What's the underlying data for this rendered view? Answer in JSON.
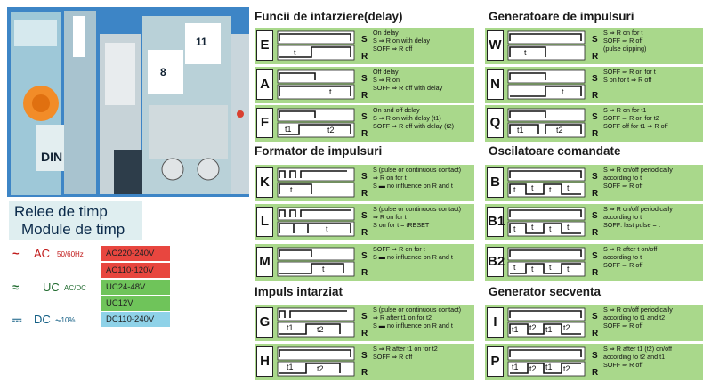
{
  "photo": {
    "labels": {
      "din": "DIN",
      "dial1": "11",
      "dial2": "8"
    }
  },
  "title": {
    "line1": "Relee de timp",
    "line2": "Module de timp"
  },
  "supplies": {
    "ac": {
      "symbol": "~",
      "label": "AC",
      "sub": "50/60Hz"
    },
    "uc": {
      "symbol": "≈",
      "label": "UC",
      "sub": "AC/DC"
    },
    "dc": {
      "symbol": "⎓",
      "label": "DC",
      "sub": "⏦10%"
    },
    "ac_ranges": [
      "AC220-240V",
      "AC110-120V"
    ],
    "uc_ranges": [
      "UC24-48V",
      "UC12V"
    ],
    "dc_ranges": [
      "DC110-240V"
    ],
    "colors": {
      "ac": "#e8463f",
      "uc": "#6fc45a",
      "dc": "#8fd2e8"
    }
  },
  "sections": {
    "delay": "Funcii de intarziere(delay)",
    "pulse_former": "Formator de impulsuri",
    "delayed_pulse": "Impuls intarziat",
    "pulse_gen": "Generatoare de impulsuri",
    "osc": "Oscilatoare comandate",
    "sequence": "Generator secventa"
  },
  "functions": [
    {
      "id": "E",
      "labels": [
        "t"
      ],
      "desc": "On delay\nS ⇒ R on with delay\nSOFF ⇒ R off"
    },
    {
      "id": "A",
      "labels": [
        "t"
      ],
      "desc": "Off delay\nS ⇒ R on\nSOFF ⇒ R off with delay"
    },
    {
      "id": "F",
      "labels": [
        "t1",
        "t2"
      ],
      "desc": "On and off delay\nS ⇒ R on with delay (t1)\nSOFF ⇒ R off with delay (t2)"
    },
    {
      "id": "K",
      "labels": [
        "t"
      ],
      "desc": "S (pulse or continuous contact)\n⇒ R on for t\nS ▬ no influence on R and t"
    },
    {
      "id": "L",
      "labels": [
        "t"
      ],
      "desc": "S (pulse or continuous contact)\n⇒ R on for t\nS on for t = tRESET"
    },
    {
      "id": "M",
      "labels": [
        "t"
      ],
      "desc": "SOFF ⇒ R on for t\nS ▬ no influence on R and t"
    },
    {
      "id": "G",
      "labels": [
        "t1",
        "t2"
      ],
      "desc": "S (pulse or continuous contact)\n⇒ R after t1 on for t2\nS ▬ no influence on R and t"
    },
    {
      "id": "H",
      "labels": [
        "t1",
        "t2"
      ],
      "desc": "S ⇒ R after t1 on for t2\nSOFF ⇒ R off"
    },
    {
      "id": "W",
      "labels": [
        "t"
      ],
      "desc": "S ⇒ R on for t\nSOFF ⇒ R off\n(pulse clipping)"
    },
    {
      "id": "N",
      "labels": [
        "t"
      ],
      "desc": "SOFF ⇒ R on for t\nS on for t ⇒ R off"
    },
    {
      "id": "Q",
      "labels": [
        "t1",
        "t2"
      ],
      "desc": "S ⇒ R on for t1\nSOFF ⇒ R on for t2\nSOFF off for t1 ⇒ R off"
    },
    {
      "id": "B",
      "labels": [
        "t",
        "t",
        "t",
        "t"
      ],
      "desc": "S ⇒ R on/off periodically\naccording to t\nSOFF ⇒ R off"
    },
    {
      "id": "B1",
      "labels": [
        "t",
        "t",
        "t",
        "t"
      ],
      "desc": "S ⇒ R on/off periodically\naccording to t\nSOFF: last pulse = t"
    },
    {
      "id": "B2",
      "labels": [
        "t",
        "t",
        "t",
        "t"
      ],
      "desc": "S ⇒ R after t on/off\naccording to t\nSOFF ⇒ R off"
    },
    {
      "id": "I",
      "labels": [
        "t1",
        "t2",
        "t1",
        "t2"
      ],
      "desc": "S ⇒ R on/off periodically\naccording to t1 and t2\nSOFF ⇒ R off"
    },
    {
      "id": "P",
      "labels": [
        "t1",
        "t2",
        "t1",
        "t2"
      ],
      "desc": "S ⇒ R after t1 (t2) on/off\naccording to t2 and t1\nSOFF ⇒ R off"
    }
  ],
  "signal_labels": {
    "s": "S",
    "r": "R"
  }
}
